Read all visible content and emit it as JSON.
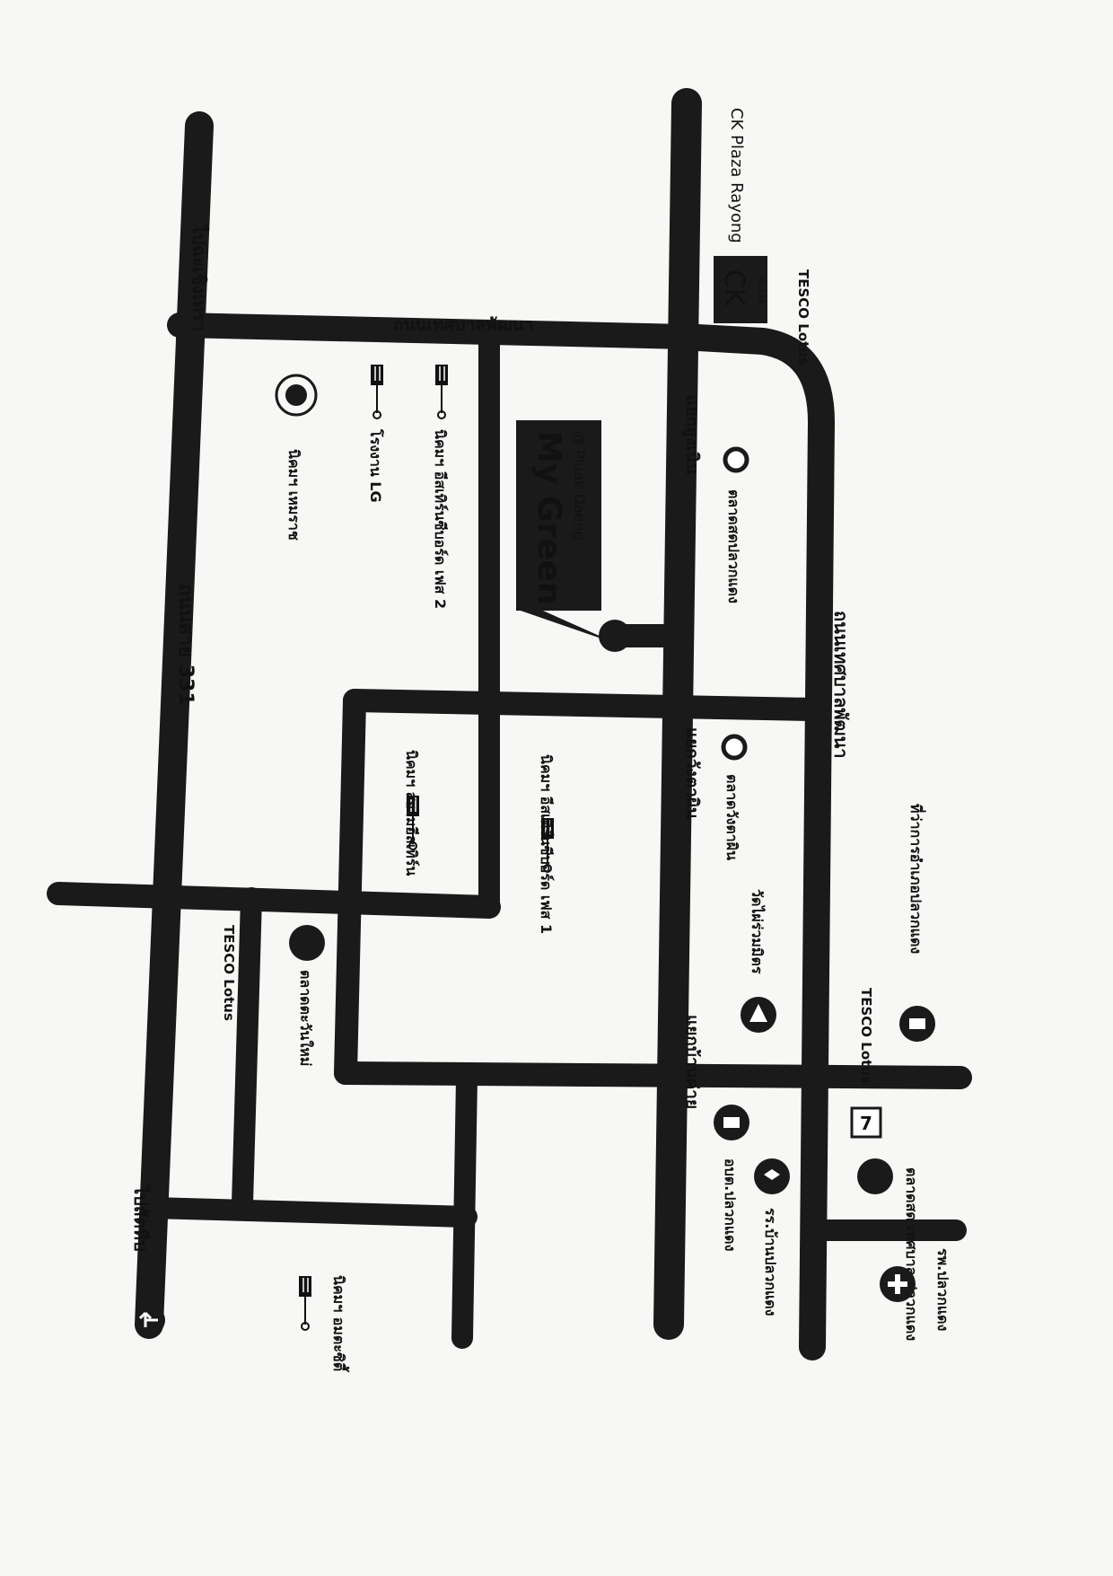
{
  "roads": {
    "road_331": "ถนนสาย 331",
    "to_chachoengsao": "ไปฉะเชิงเทรา",
    "to_sattahip": "ไปสัตหีบ",
    "thetsaban_upper": "ถนนเทศบาลพัฒนา",
    "thetsaban_lower": "ถนนเทศบาลพัฒนา"
  },
  "junctions": {
    "sung_noen": "แยกสูงเนิน",
    "wang_ta_phin": "แยกวังตาผิน",
    "ban_khai": "แยกบ้านค่าย"
  },
  "project": {
    "name": "My Green",
    "subtitle": "@ Pluak Daeng"
  },
  "places": {
    "ck_logo_main": "CK",
    "ck_logo_sub": "PLAZA",
    "ck_plaza": "CK Plaza Rayong",
    "tesco_1": "TESCO Lotus",
    "tesco_2": "TESCO Lotus",
    "tesco_3": "TESCO Lotus",
    "hemaraj": "นิคมฯ เหมราช",
    "lg_factory": "โรงงาน LG",
    "eastern_seaboard_2": "นิคมฯ อีสเทิร์นซีบอร์ด เฟส 2",
    "eastern_seaboard_1": "นิคมฯ อีสเทิร์นซีบอร์ด เฟส 1",
    "siam_eastern": "นิคมฯ สยามอีสเทิร์น",
    "amata_city": "นิคมฯ อมตะซิตี้",
    "pluak_daeng_market": "ตลาดสดปลวกแดง",
    "wang_ta_phin_market": "ตลาดวังตาผิน",
    "wat_phai_ruam": "วัดไผ่ร่วมมิตร",
    "district_office": "ที่ว่าการอำเภอปลวกแดง",
    "market_sai_ngam": "ตลาดตะวันใหม่",
    "sao_pluak_daeng": "อบต.ปลวกแดง",
    "school": "รร.บ้านปลวกแดง",
    "municipal_market": "ตลาดสด เทศบาล ปลวกแดง",
    "hospital": "รพ.ปลวกแดง",
    "seven_eleven": "7"
  },
  "colors": {
    "road": "#1a1a1a",
    "paper": "#f7f7f5",
    "ink": "#111111"
  },
  "icons": [
    "factory-icon",
    "seal-icon",
    "pin-icon",
    "circle-marker-icon",
    "temple-icon",
    "government-icon",
    "school-icon",
    "hospital-icon",
    "store-icon",
    "arrow-left-icon"
  ]
}
